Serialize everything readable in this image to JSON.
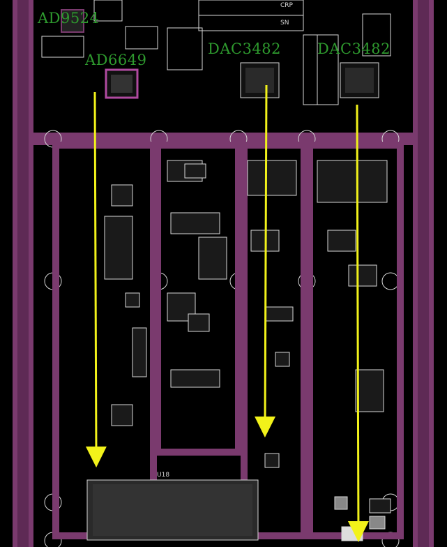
{
  "board": {
    "colors": {
      "background": "#000000",
      "copper": "#7a3a6e",
      "copper_dark": "#5e2a55",
      "silkscreen": "#d8d8d8",
      "label": "#2e9a2e",
      "arrow": "#f2f21a"
    }
  },
  "chip_labels": {
    "ad9524": "AD9524",
    "ad6649": "AD6649",
    "dac3482_left": "DAC3482",
    "dac3482_right": "DAC3482"
  },
  "silkscreen": {
    "top_box_1": "CRP",
    "top_box_2": "SN",
    "u18": "U18"
  },
  "arrows": [
    "ad6649-path",
    "dac3482-left-path",
    "dac3482-right-path"
  ]
}
